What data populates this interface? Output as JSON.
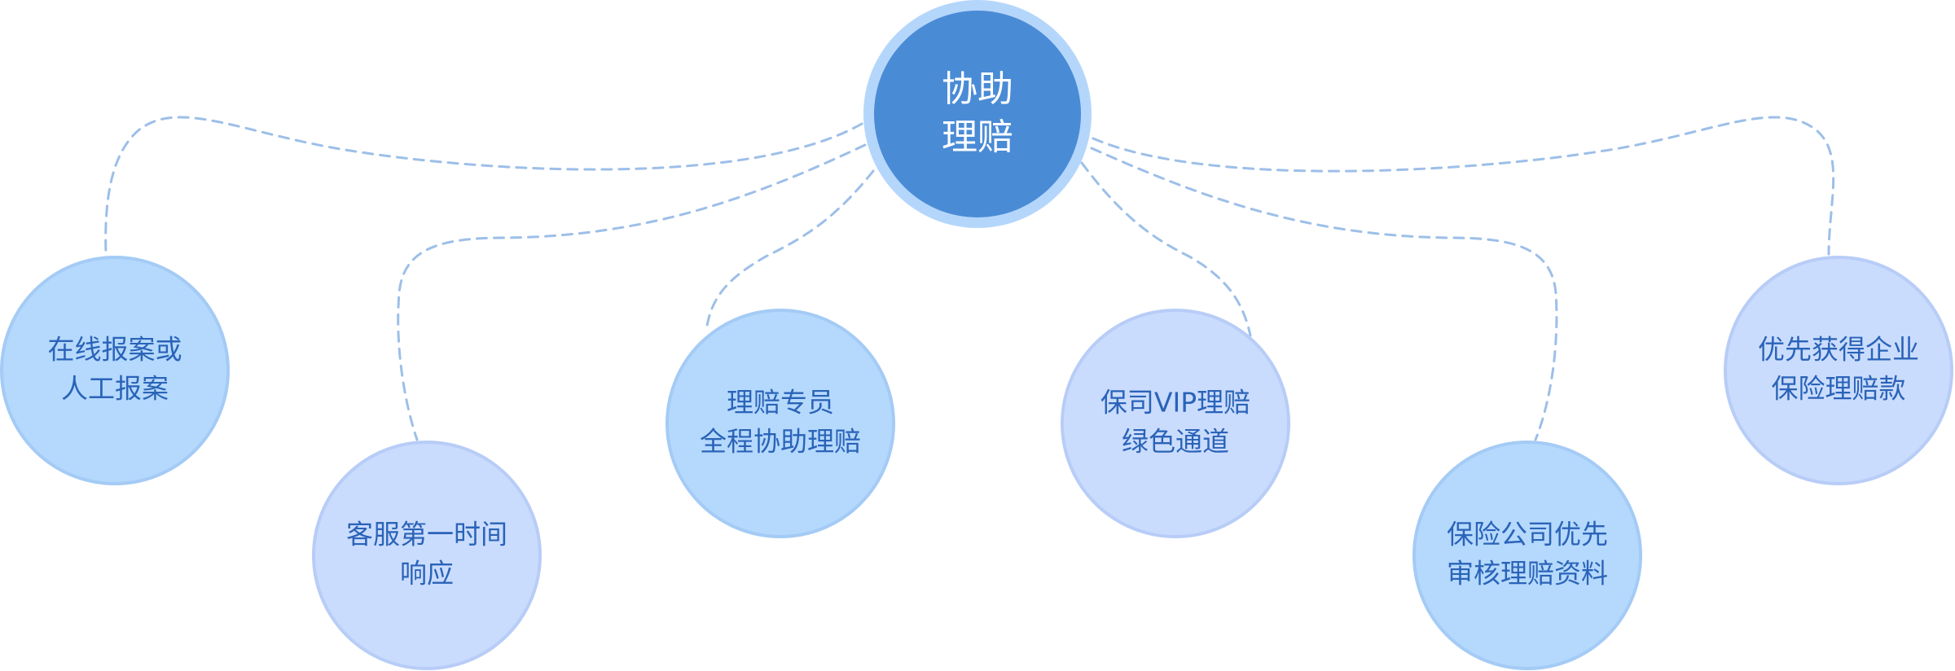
{
  "center": {
    "lines": [
      "协助",
      "理赔"
    ],
    "fill": "#4a8bd6",
    "halo": "#b5d6fb"
  },
  "nodes": [
    {
      "id": "online-report",
      "lines": [
        "在线报案或",
        "人工报案"
      ],
      "fill": "#b5d9fd",
      "stroke": "#a4cbf5"
    },
    {
      "id": "customer-service",
      "lines": [
        "客服第一时间",
        "响应"
      ],
      "fill": "#cadcfd",
      "stroke": "#b7cdf7"
    },
    {
      "id": "claims-specialist",
      "lines": [
        "理赔专员",
        "全程协助理赔"
      ],
      "fill": "#b5d9fd",
      "stroke": "#a4cbf5"
    },
    {
      "id": "vip-channel",
      "lines": [
        "保司VIP理赔",
        "绿色通道"
      ],
      "fill": "#cadcfd",
      "stroke": "#b7cdf7"
    },
    {
      "id": "insurer-review",
      "lines": [
        "保险公司优先",
        "审核理赔资料"
      ],
      "fill": "#b5d9fd",
      "stroke": "#a4cbf5"
    },
    {
      "id": "priority-payout",
      "lines": [
        "优先获得企业",
        "保险理赔款"
      ],
      "fill": "#cadcfd",
      "stroke": "#b7cdf7"
    }
  ],
  "colors": {
    "connector": "#9dbfe8",
    "node_text": "#2a63b8",
    "center_text": "#ffffff"
  }
}
